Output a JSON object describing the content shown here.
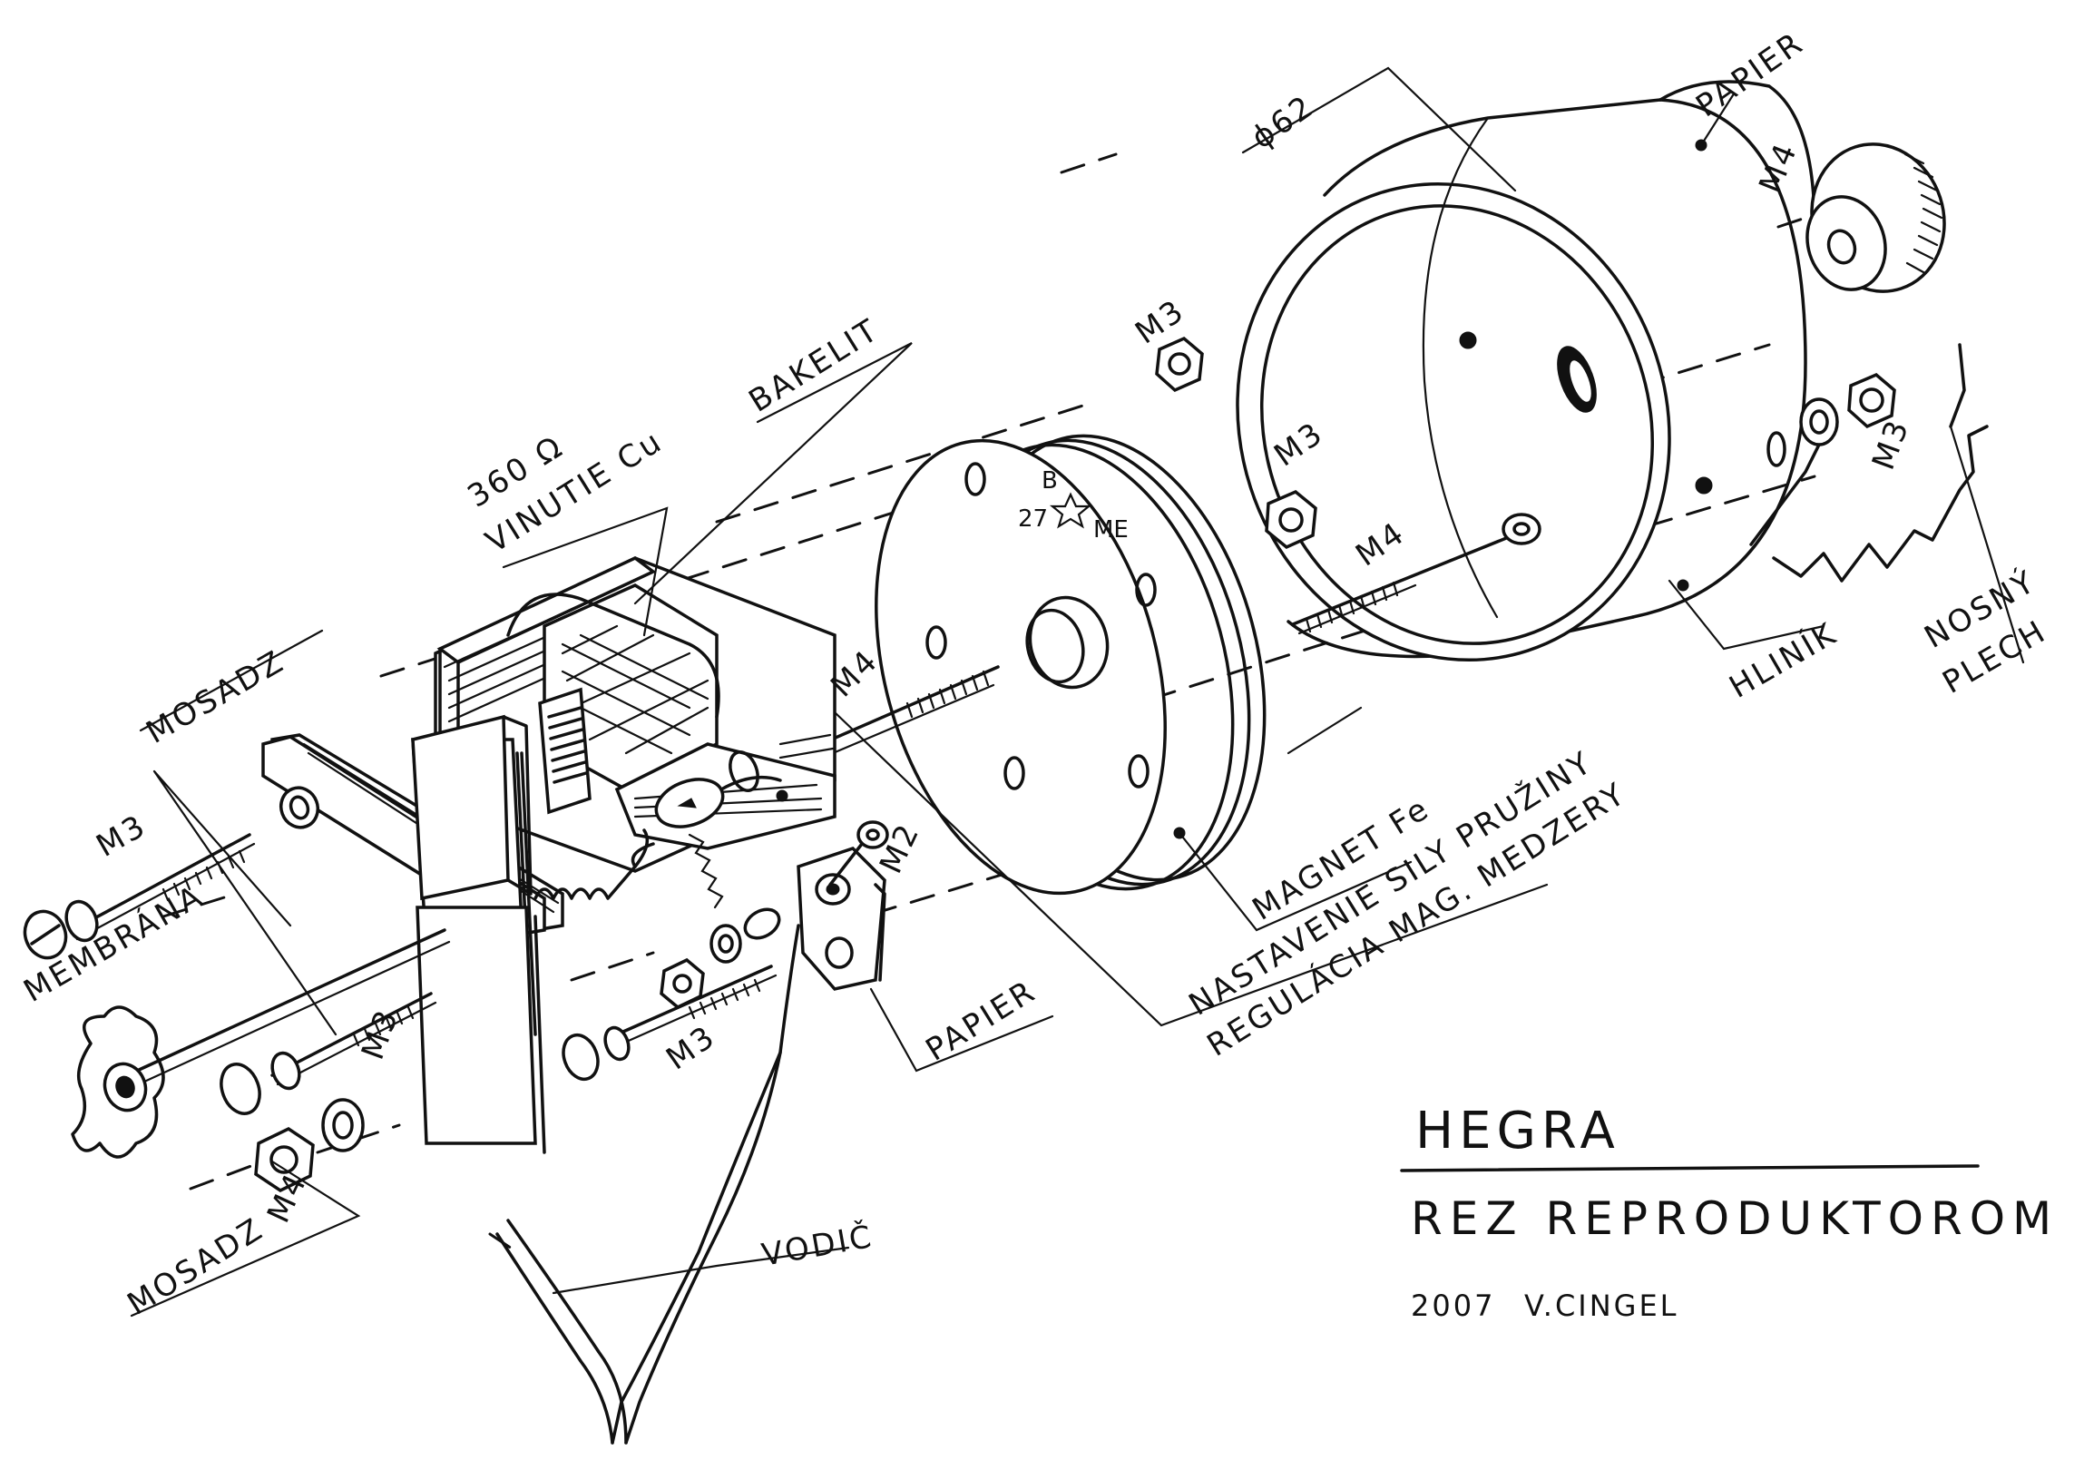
{
  "labels": {
    "papier_top": "PAPIER",
    "phi62": "ϕ62",
    "m4_knob": "M4",
    "m3_top_nut": "M3",
    "m3_drum_nut": "M3",
    "m3_right": "M3",
    "m4_drum_rod": "M4",
    "hlinik": "HLINÍK",
    "nosny": "NOSNÝ",
    "plech": "PLECH",
    "bakelit": "BAKELIT",
    "ohm": "360 Ω",
    "vinutie": "VINUTIE Cu",
    "m4_core": "M4",
    "mosadz_top": "MOSADZ",
    "m3_left": "M3",
    "membrana": "MEMBRÁNA",
    "m3_mid": "M3",
    "m2": "M2",
    "m3_lower": "M3",
    "mosadz_bottom": "MOSADZ",
    "m4_bottom": "M4",
    "papier_mid": "PAPIER",
    "magnet": "MAGNET Fe",
    "nastavenie": "NASTAVENIE SILY PRUŽINY",
    "regulacia": "REGULÁCIA MAG. MEDZERY",
    "vodic": "VODIČ",
    "stamp_b": "B",
    "stamp_27": "27",
    "stamp_me": "ME"
  },
  "title_block": {
    "name": "HEGRA",
    "subtitle": "REZ REPRODUKTOROM",
    "year": "2007",
    "author": "V.CINGEL"
  },
  "colors": {
    "ink": "#111111",
    "paper": "#ffffff"
  }
}
